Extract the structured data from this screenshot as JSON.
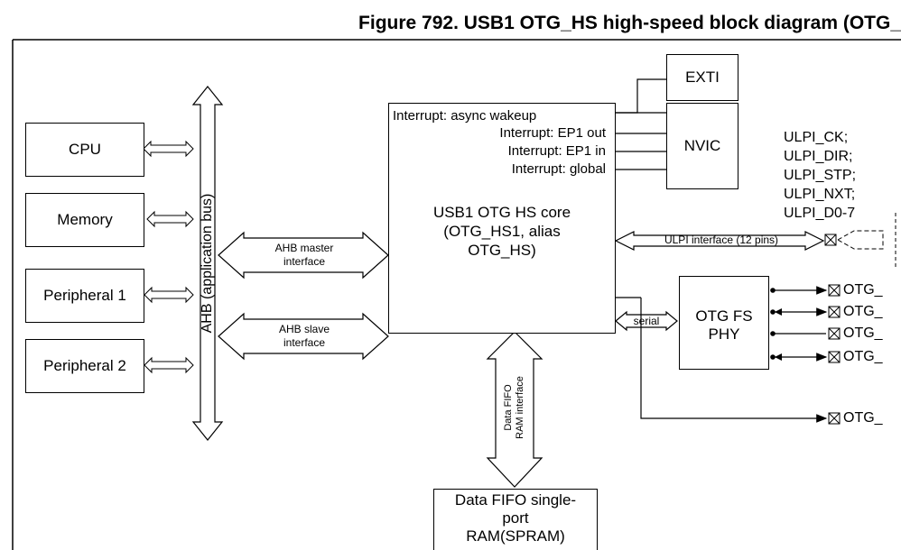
{
  "figure": {
    "title": "Figure 792. USB1 OTG_HS high-speed block diagram (OTG_"
  },
  "blocks": {
    "cpu": "CPU",
    "memory": "Memory",
    "peripheral1": "Peripheral 1",
    "peripheral2": "Peripheral 2",
    "ahb_bus": "AHB (application bus)",
    "core_lines": [
      "USB1 OTG HS core",
      "(OTG_HS1, alias",
      "OTG_HS)"
    ],
    "exti": "EXTI",
    "nvic": "NVIC",
    "otgfs_phy_lines": [
      "OTG FS",
      "PHY"
    ],
    "spram_lines": [
      "Data FIFO single-",
      "port",
      "RAM(SPRAM)"
    ]
  },
  "interrupts": [
    "Interrupt: async wakeup",
    "Interrupt: EP1 out",
    "Interrupt: EP1 in",
    "Interrupt: global"
  ],
  "connections": {
    "ahb_master": [
      "AHB master",
      "interface"
    ],
    "ahb_slave": [
      "AHB slave",
      "interface"
    ],
    "ulpi_interface": "ULPI interface (12 pins)",
    "serial": "serial",
    "fifo_ram_interface": [
      "Data FIFO",
      "RAM interface"
    ]
  },
  "ulpi_signals": [
    "ULPI_CK;",
    "ULPI_DIR;",
    "ULPI_STP;",
    "ULPI_NXT;",
    "ULPI_D0-7"
  ],
  "otg_pins": [
    "OTG_",
    "OTG_",
    "OTG_",
    "OTG_",
    "OTG_"
  ]
}
